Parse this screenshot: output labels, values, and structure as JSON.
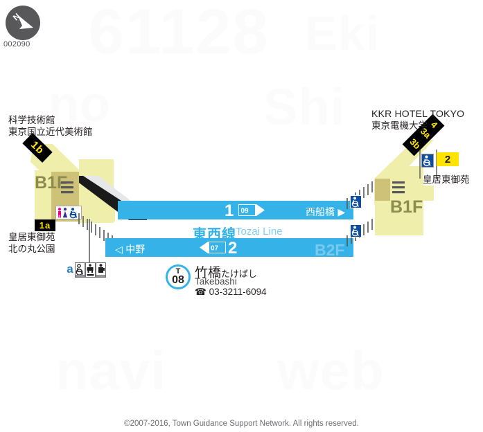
{
  "meta": {
    "map_id": "002090",
    "compass_label": "N",
    "copyright": "©2007-2016, Town Guidance Support Network. All rights reserved."
  },
  "watermarks": [
    "61128",
    "Eki",
    "no",
    "Shi",
    "navi",
    "web"
  ],
  "station": {
    "line_code": "T",
    "number": "08",
    "name_jp": "竹橋",
    "name_kana": "たけばし",
    "name_en": "Takebashi",
    "phone": "☎ 03-3211-6094"
  },
  "line": {
    "name_jp": "東西線",
    "name_en": "Tozai Line",
    "color": "#35b3e8"
  },
  "floors": {
    "left_concourse": "B1F",
    "right_concourse": "B1F",
    "platform_level": "B2F"
  },
  "platforms": [
    {
      "number": "1",
      "marker": "09",
      "direction": "right",
      "destination": "西船橋 ▶"
    },
    {
      "number": "2",
      "marker": "07",
      "direction": "left",
      "destination": "◁ 中野"
    }
  ],
  "exits": {
    "left": [
      {
        "tag": "1b",
        "style": "black",
        "pois": [
          "科学技術館",
          "東京国立近代美術館"
        ]
      },
      {
        "tag": "1a",
        "style": "black",
        "pois": [
          "皇居東御苑",
          "北の丸公園"
        ]
      },
      {
        "tag": "a",
        "style": "plain-blue",
        "pois": []
      }
    ],
    "right": [
      {
        "tag": "3b 3a 4",
        "tag_parts": [
          "3b",
          "3a",
          "4"
        ],
        "style": "black",
        "pois": [
          "KKR HOTEL TOKYO",
          "東京電機大学"
        ]
      },
      {
        "tag": "2",
        "style": "yellow-elevator",
        "pois": [
          "皇居東御苑"
        ]
      }
    ]
  },
  "icons": {
    "compass": "compass-north-icon",
    "toilet": "toilet-icon",
    "elevator": "wheelchair-elevator-icon",
    "accessible_toilet": "accessible-toilet-icon",
    "baby_room": "baby-changing-icon",
    "escalator": "escalator-icon",
    "stairs": "stairs-icon",
    "telephone": "telephone-icon"
  },
  "colors": {
    "platform_blue": "#35b3e8",
    "corridor_yellow": "#f0eeab",
    "concourse_khaki": "#cdc278",
    "exit_tag_black": "#000000",
    "exit_tag_text": "#ffe400",
    "exit_yellow": "#ffe400",
    "floor_label_khaki": "#8c8c4e",
    "floor_label_blue": "#79c9ef"
  }
}
